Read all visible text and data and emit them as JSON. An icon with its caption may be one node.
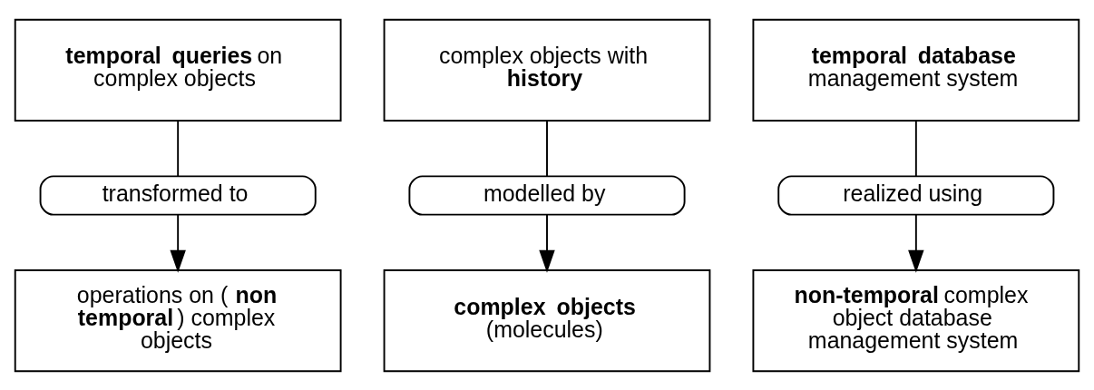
{
  "diagram": {
    "nodes": [
      {
        "text": [
          "**temporal queries** on complex objects"
        ]
      },
      {
        "text": [
          "complex objects with **history**"
        ]
      },
      {
        "text": [
          "**temporal database** management system"
        ]
      },
      {
        "text": [
          "transformed to"
        ]
      },
      {
        "text": [
          "modelled by"
        ]
      },
      {
        "text": [
          "realized using"
        ]
      },
      {
        "text": [
          "operations on (**non temporal**) complex objects"
        ]
      },
      {
        "text": [
          "**complex objects** (molecules)"
        ]
      },
      {
        "text": [
          "**non-temporal** complex object database management system"
        ]
      }
    ],
    "edges": [
      {
        "from": 0,
        "to": 3,
        "arrow": "none"
      },
      {
        "from": 3,
        "to": 6,
        "arrow": "to"
      },
      {
        "from": 1,
        "to": 4,
        "arrow": "none"
      },
      {
        "from": 4,
        "to": 7,
        "arrow": "to"
      },
      {
        "from": 2,
        "to": 5,
        "arrow": "none"
      },
      {
        "from": 5,
        "to": 8,
        "arrow": "to"
      }
    ]
  }
}
